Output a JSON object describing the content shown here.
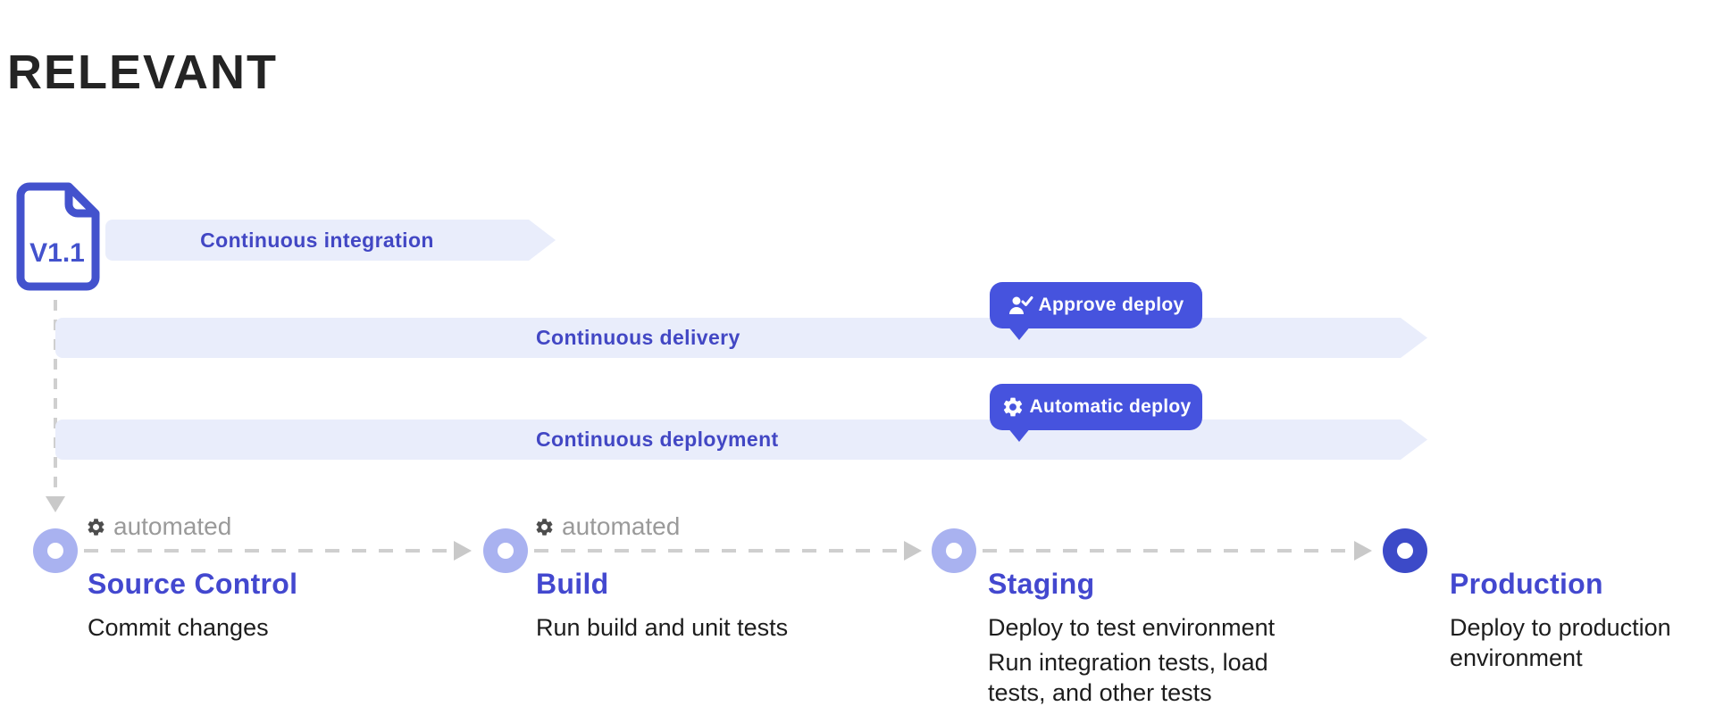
{
  "header": {
    "title": "RELEVANT"
  },
  "version_document": {
    "label": "V1.1",
    "icon": "document-icon"
  },
  "pipeline_bands": [
    {
      "label": "Continuous integration"
    },
    {
      "label": "Continuous delivery"
    },
    {
      "label": "Continuous deployment"
    }
  ],
  "callouts": [
    {
      "label": "Approve deploy",
      "icon": "person-check-icon"
    },
    {
      "label": "Automatic deploy",
      "icon": "gear-icon"
    }
  ],
  "stages": [
    {
      "title": "Source Control",
      "badge": "automated",
      "description": [
        "Commit changes"
      ]
    },
    {
      "title": "Build",
      "badge": "automated",
      "description": [
        "Run build and unit tests"
      ]
    },
    {
      "title": "Staging",
      "description": [
        "Deploy to test environment",
        "Run integration tests, load tests, and other tests"
      ]
    },
    {
      "title": "Production",
      "description": [
        "Deploy to production environment"
      ]
    }
  ],
  "colors": {
    "accent_indigo": "#4348cf",
    "band_background": "#e9edfb",
    "band_text": "#4247c4",
    "badge_background": "#4653de",
    "node_light": "#a9b2f0",
    "node_dark": "#3c4ac8",
    "muted_gray": "#9a9a9a",
    "dash_gray": "#cfcfcf",
    "title_dark": "#242424"
  }
}
